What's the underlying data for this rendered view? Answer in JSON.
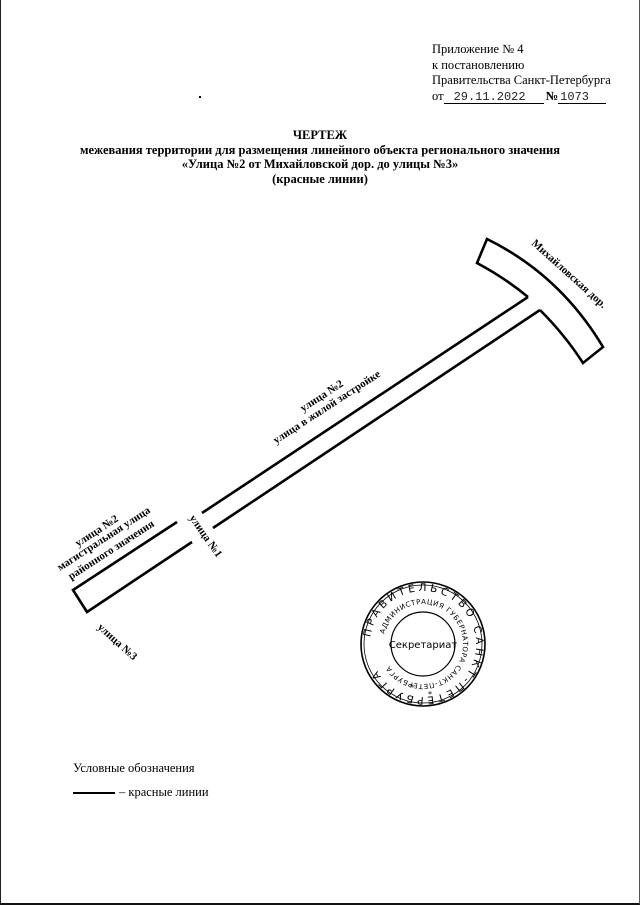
{
  "appendix": {
    "line1": "Приложение № 4",
    "line2": "к постановлению",
    "line3": "Правительства Санкт-Петербурга",
    "date_prefix": "от",
    "date_value": "29.11.2022",
    "number_prefix": "№",
    "number_value": "1073"
  },
  "title": {
    "heading": "ЧЕРТЕЖ",
    "subtitle": "межевания территории для размещения линейного объекта регионального значения",
    "object_name": "«Улица №2 от Михайловской дор.  до улицы №3»",
    "note": "(красные линии)"
  },
  "map_labels": {
    "mikhailovskaya": "Михайловская дор.",
    "street2_title": "улица №2",
    "street2_desc": "улица в жилой застройке",
    "street2_left_title": "улица №2",
    "street2_left_desc1": "магистральная улица",
    "street2_left_desc2": "районного значения",
    "street1": "улица №1",
    "street3": "улица №3"
  },
  "stamp": {
    "outer_text": "ПРАВИТЕЛЬСТВО САНКТ-ПЕТЕРБУРГА",
    "inner_text": "АДМИНИСТРАЦИЯ ГУБЕРНАТОРА САНКТ-ПЕТЕРБУРГА",
    "center_text": "Секретариат"
  },
  "legend": {
    "title": "Условные обозначения",
    "items": [
      {
        "symbol": "solid-line",
        "label": "– красные линии"
      }
    ]
  }
}
